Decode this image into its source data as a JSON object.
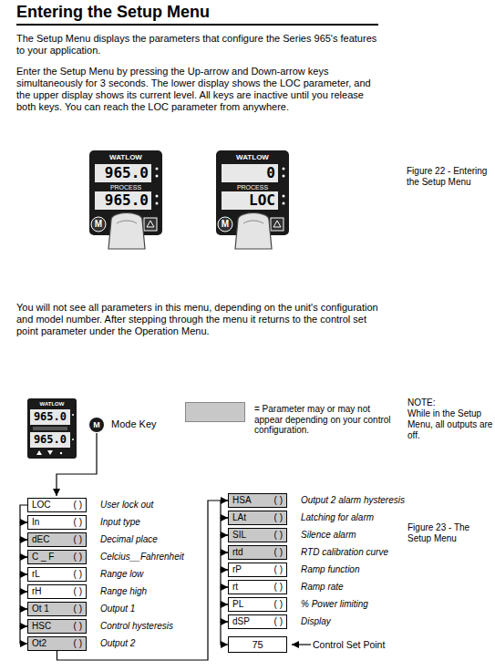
{
  "diagram": {
    "title": "Entering the Setup Menu",
    "nodes": [
      {
        "text": [
          "LOC",
          "( )",
          "User lock out"
        ]
      },
      {
        "text": [
          "In",
          "( )",
          "Input type"
        ]
      },
      {
        "text": [
          "dEC",
          "( )",
          "Decimal place"
        ]
      },
      {
        "text": [
          "C _ F",
          "( )",
          "Celcius__Fahrenheit"
        ]
      },
      {
        "text": [
          "rL",
          "( )",
          "Range low"
        ]
      },
      {
        "text": [
          "rH",
          "( )",
          "Range high"
        ]
      },
      {
        "text": [
          "Ot 1",
          "( )",
          "Output 1"
        ]
      },
      {
        "text": [
          "HSC",
          "( )",
          "Control hysteresis"
        ]
      },
      {
        "text": [
          "Ot2",
          "( )",
          "Output 2"
        ]
      },
      {
        "text": [
          "HSA",
          "( )",
          "Output 2 alarm hysteresis"
        ]
      },
      {
        "text": [
          "LAt",
          "( )",
          "Latching for alarm"
        ]
      },
      {
        "text": [
          "SIL",
          "( )",
          "Silence alarm"
        ]
      },
      {
        "text": [
          "rtd",
          "( )",
          "RTD calibration curve"
        ]
      },
      {
        "text": [
          "rP",
          "( )",
          "Ramp function"
        ]
      },
      {
        "text": [
          "rt",
          "( )",
          "Ramp rate"
        ]
      },
      {
        "text": [
          "PL",
          "( )",
          "% Power limiting"
        ]
      },
      {
        "text": [
          "dSP",
          "( )",
          "Display"
        ]
      },
      {
        "text": [
          "75",
          "Control Set Point"
        ]
      }
    ],
    "edges": [
      {
        "from": 0,
        "to": 1,
        "arrow": "to"
      },
      {
        "from": 1,
        "to": 2,
        "arrow": "to"
      },
      {
        "from": 2,
        "to": 3,
        "arrow": "to"
      },
      {
        "from": 3,
        "to": 4,
        "arrow": "to"
      },
      {
        "from": 4,
        "to": 5,
        "arrow": "to"
      },
      {
        "from": 5,
        "to": 6,
        "arrow": "to"
      },
      {
        "from": 6,
        "to": 7,
        "arrow": "to"
      },
      {
        "from": 7,
        "to": 8,
        "arrow": "to"
      },
      {
        "from": 8,
        "to": 9,
        "arrow": "to"
      },
      {
        "from": 9,
        "to": 10,
        "arrow": "to"
      },
      {
        "from": 10,
        "to": 11,
        "arrow": "to"
      },
      {
        "from": 11,
        "to": 12,
        "arrow": "to"
      },
      {
        "from": 12,
        "to": 13,
        "arrow": "to"
      },
      {
        "from": 13,
        "to": 14,
        "arrow": "to"
      },
      {
        "from": 14,
        "to": 15,
        "arrow": "to"
      },
      {
        "from": 15,
        "to": 16,
        "arrow": "to"
      },
      {
        "from": 16,
        "to": 17,
        "arrow": "to"
      }
    ],
    "labels": [
      "The Setup Menu displays the parameters that configure the Series 965's features to your application.",
      "Enter the Setup Menu by pressing the Up-arrow and Down-arrow keys simultaneously for 3 seconds. The lower display shows the LOC parameter, and the upper display shows its current level. All keys are inactive until you release both keys. You can reach the LOC parameter from anywhere.",
      "WATLOW",
      "965.0",
      "PROCESS",
      "965.0",
      "M",
      "WATLOW",
      "0",
      "PROCESS",
      "LOC",
      "M",
      "Figure 22 - Entering the Setup Menu",
      "You will not see all parameters in this menu, depending on the unit's configuration and model number. After stepping through the menu it returns to the control set point parameter under the Operation Menu.",
      "WATLOW",
      "965.0",
      "965.0",
      "M",
      "Mode Key",
      "NOTE:",
      "While in the Setup Menu, all outputs are off.",
      "Figure 23 - The Setup Menu"
    ],
    "legend": [
      {
        "text": "= Parameter may or may not appear depending on your control configuration.",
        "color": "#c8c8c8"
      }
    ]
  }
}
